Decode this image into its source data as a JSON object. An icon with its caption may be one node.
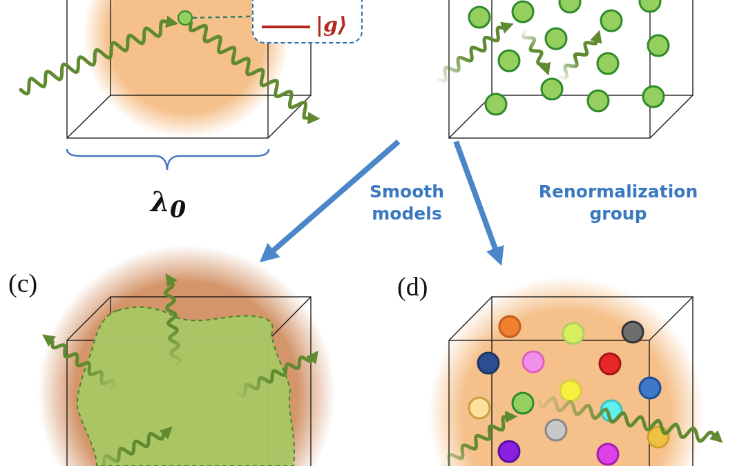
{
  "diagram": {
    "nodes": [
      {
        "text": [],
        "shape": "picture"
      },
      {
        "text": [],
        "shape": "circle",
        "in": 0
      },
      {
        "text": [
          "|g⟩"
        ]
      },
      {
        "text": [],
        "shape": "picture"
      },
      {
        "text": [
          "(c)"
        ]
      },
      {
        "text": [
          "(d)"
        ]
      }
    ],
    "edges": [
      {
        "from": 1,
        "to": 2,
        "arrow": "none",
        "style": "dashed",
        "color": "#2f7f6a"
      },
      {
        "from": 3,
        "to": 4,
        "arrow": "to",
        "label": "Smooth models"
      },
      {
        "from": 3,
        "to": 5,
        "arrow": "to",
        "label": "Renormalization group"
      },
      {
        "from": null,
        "to": 1,
        "arrow": "to",
        "color": "#5f8a30"
      },
      {
        "from": 1,
        "to": null,
        "arrow": "to",
        "color": "#5f8a30"
      }
    ],
    "labels": [
      "λ$_{0}$"
    ]
  }
}
